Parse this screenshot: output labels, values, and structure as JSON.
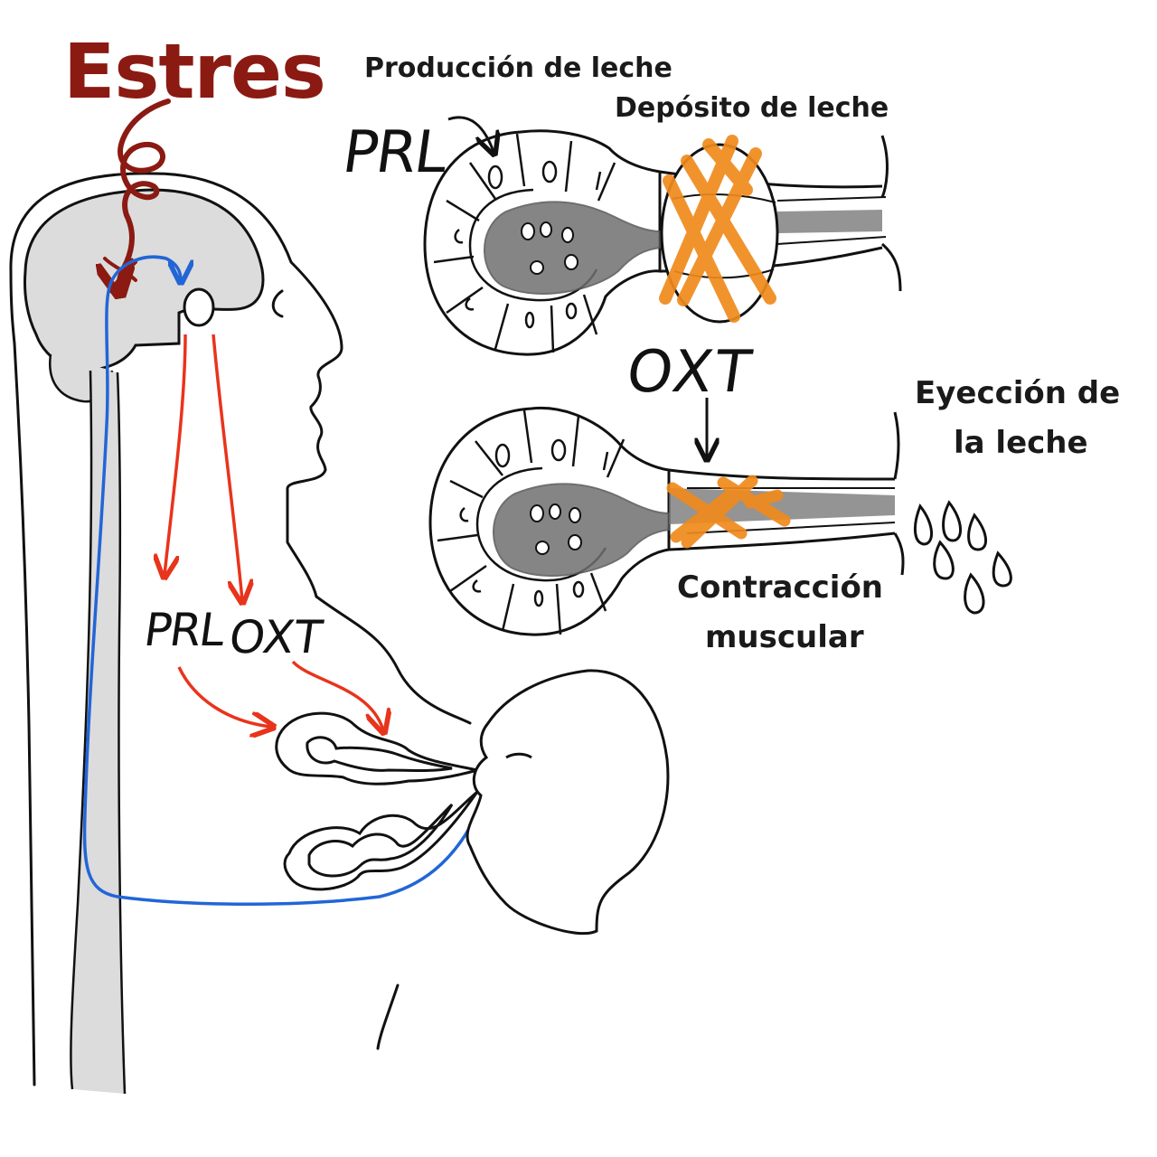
{
  "title": "Estres",
  "labels": {
    "milk_production": "Producción de leche",
    "milk_deposit": "Depósito de leche",
    "milk_ejection_line1": "Eyección de",
    "milk_ejection_line2": "la leche",
    "muscle_contraction_line1": "Contracción",
    "muscle_contraction_line2": "muscular"
  },
  "hormones": {
    "prolactin_top": "PRL",
    "oxytocin_middle": "OXT",
    "prolactin_body": "PRL",
    "oxytocin_body": "OXT"
  },
  "colors": {
    "stress": "#8b1a12",
    "hormone_arrow": "#e8341c",
    "nerve_path": "#2266d6",
    "muscle": "#f08a1c",
    "tissue_gray": "#dcdcdc",
    "lumen_gray": "#707070",
    "outline": "#111111"
  },
  "icons": {
    "brain": "brain-icon",
    "pituitary": "pituitary-icon",
    "alveolus": "alveolus-icon",
    "baby": "baby-head-icon",
    "milk_drops": "milk-drop-icon"
  }
}
